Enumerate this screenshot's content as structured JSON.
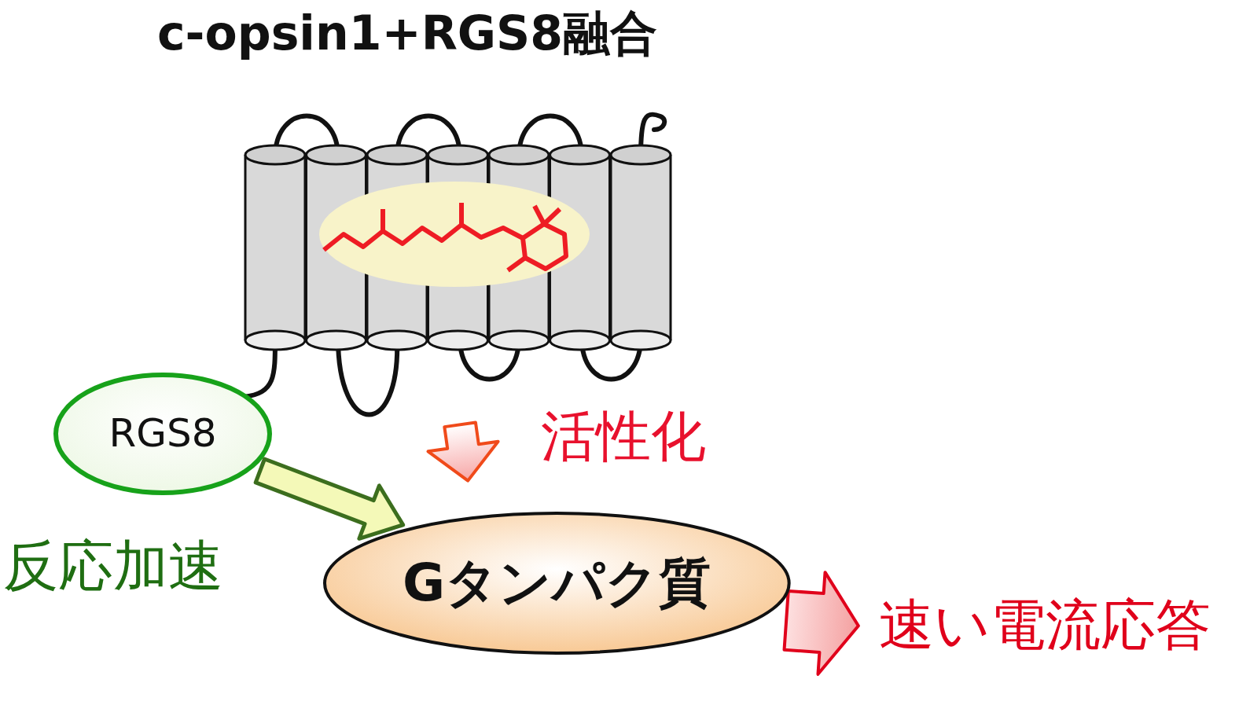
{
  "diagram": {
    "title": "c-opsin1+RGS8融合",
    "nodes": [
      {
        "text": [
          "RGS8"
        ]
      },
      {
        "text": [
          "Gタンパク質"
        ]
      }
    ],
    "edges": [
      {
        "from": 0,
        "to": 1,
        "arrow": "to",
        "label": "反応加速"
      }
    ],
    "labels": [
      "活性化",
      "速い電流応答"
    ]
  }
}
